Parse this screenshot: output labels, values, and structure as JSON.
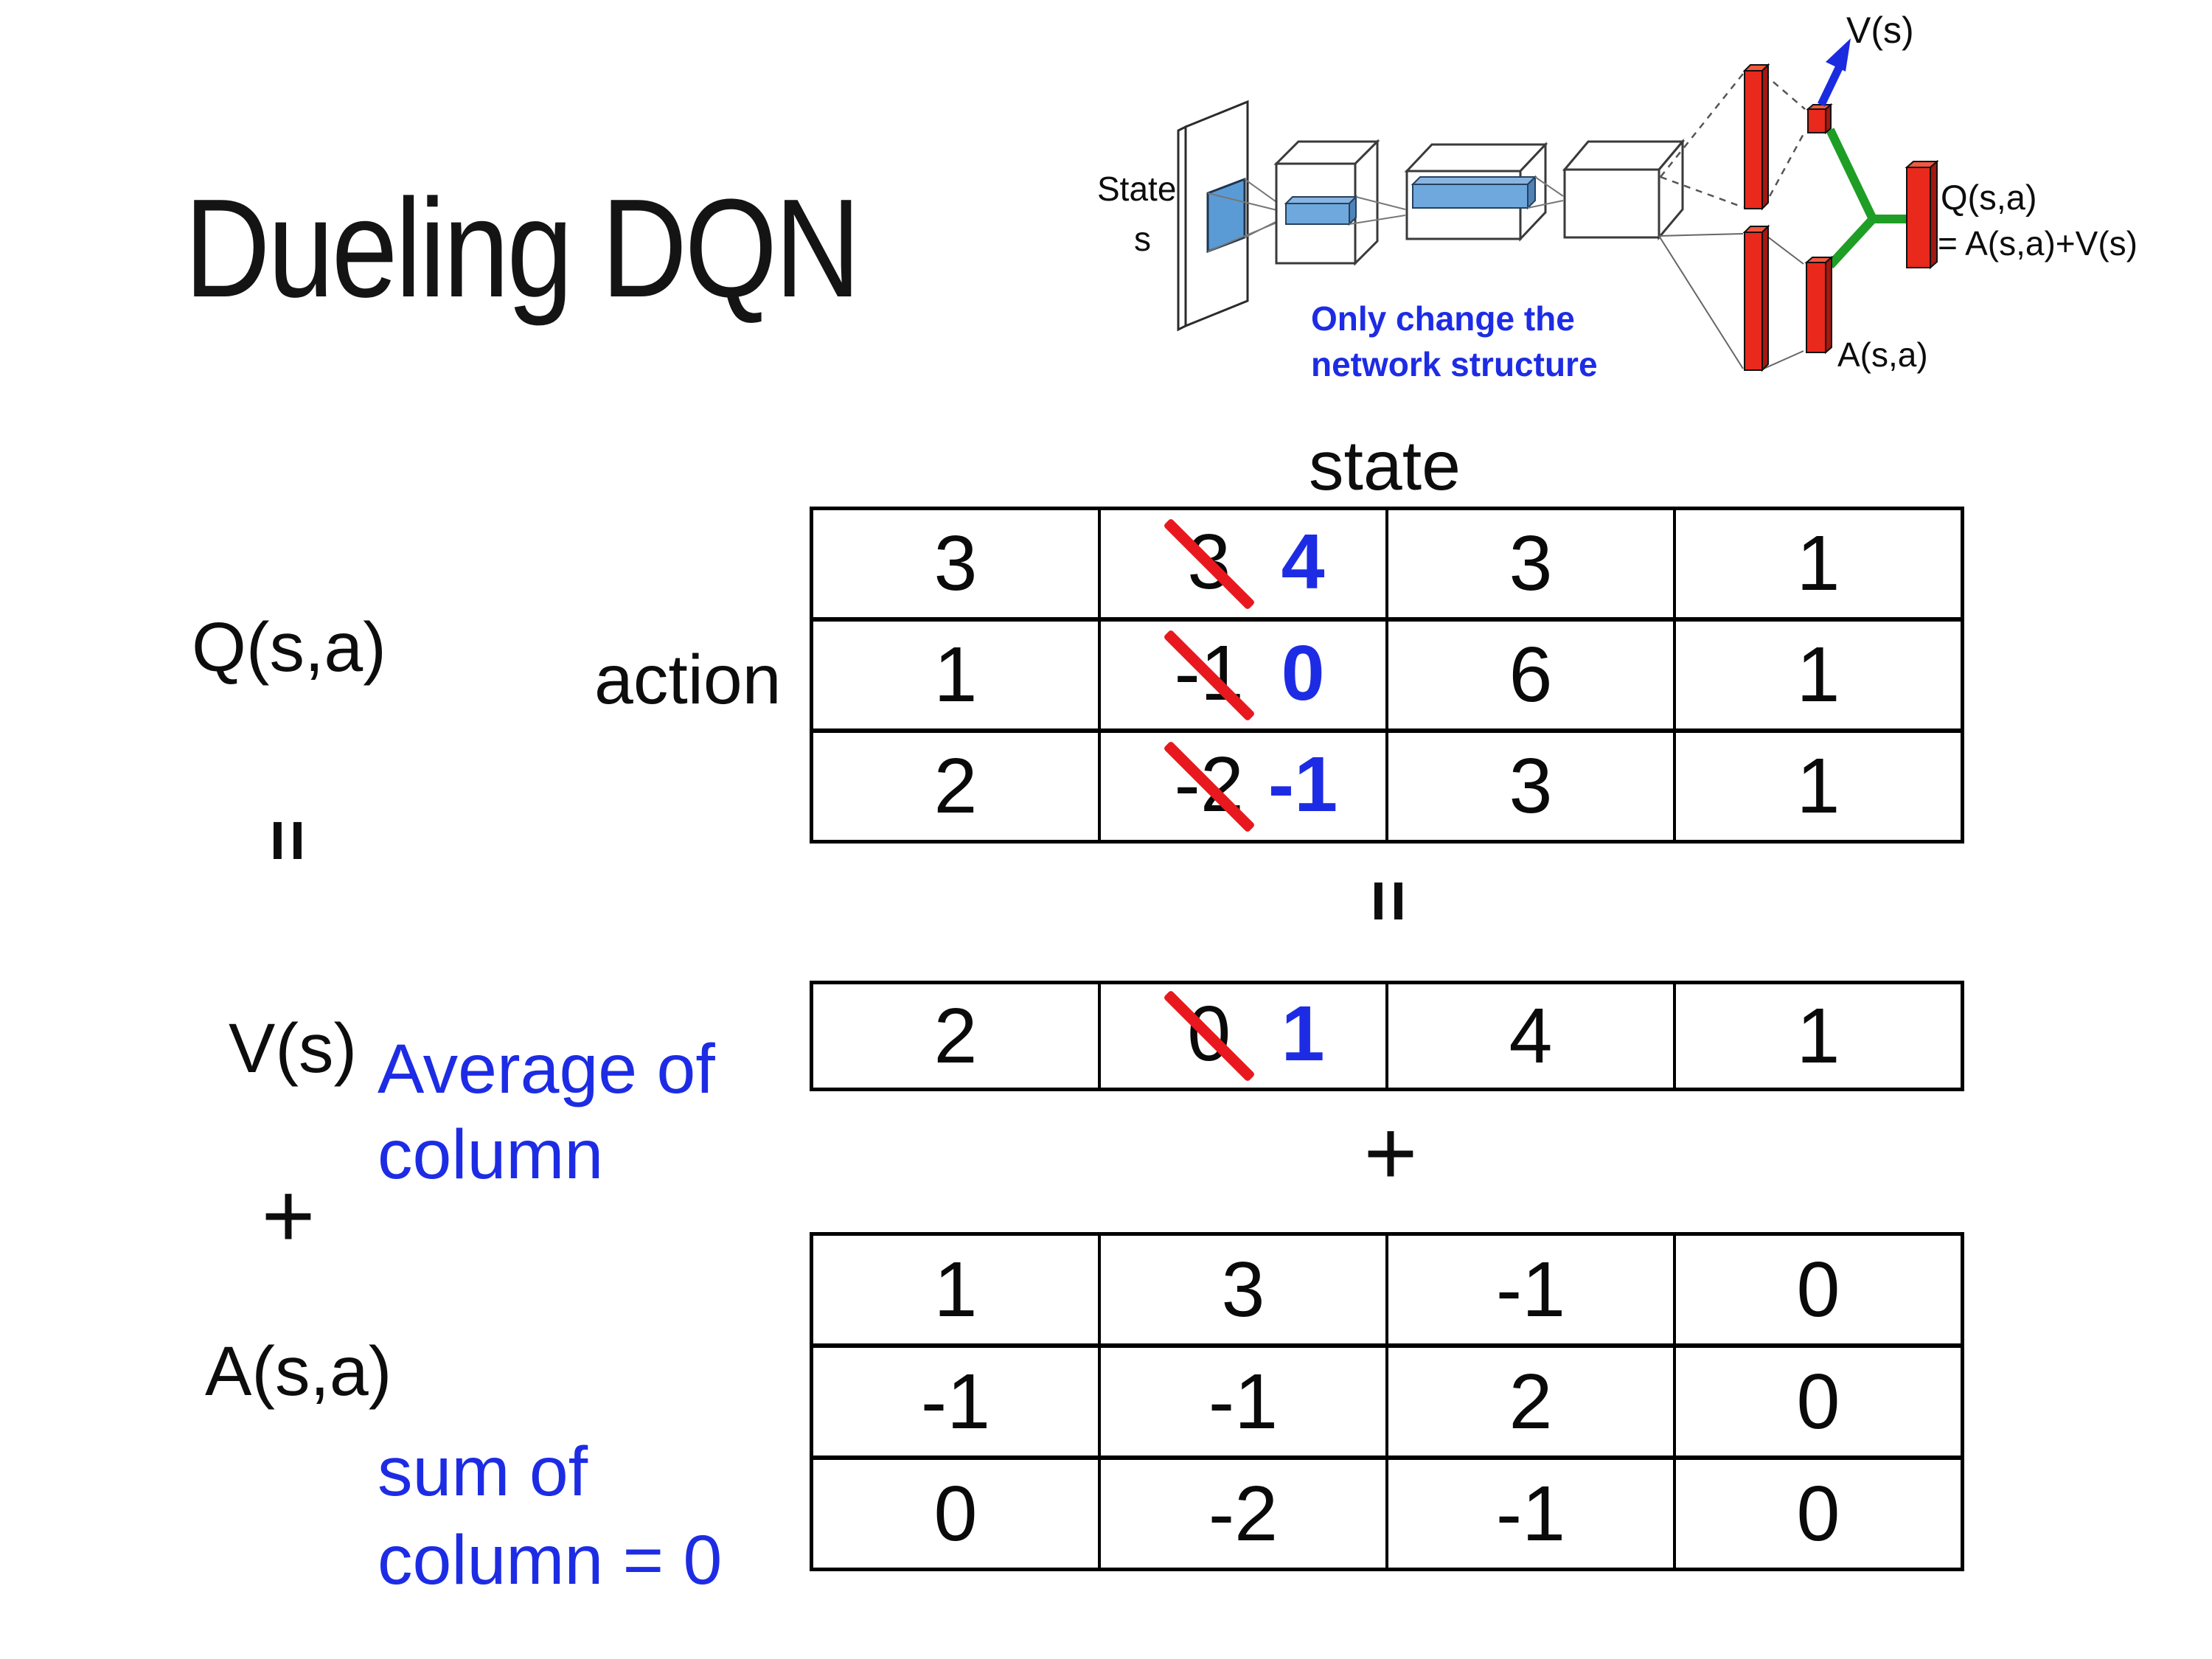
{
  "title": "Dueling DQN",
  "colors": {
    "accent_blue": "#1d2ce4",
    "strike_red": "#e8191e",
    "bar_red": "#e8291c",
    "join_green": "#1f9e26",
    "filter_blue": "#6fa8dc"
  },
  "diagram": {
    "state_label": "State",
    "state_sub": "s",
    "v_out": "V(s)",
    "q_out": "Q(s,a)",
    "q_formula": "= A(s,a)+V(s)",
    "a_out": "A(s,a)",
    "note_line1": "Only change the",
    "note_line2": "network structure"
  },
  "decomposition": {
    "q_label": "Q(s,a)",
    "v_label": "V(s)",
    "a_label": "A(s,a)",
    "equals_left": "=",
    "equals_mid": "=",
    "plus_left": "+",
    "plus_mid": "+",
    "state_header": "state",
    "action_header": "action",
    "avg_note_line1": "Average of",
    "avg_note_line2": "column",
    "sum_note_line1": "sum of",
    "sum_note_line2": "column = 0"
  },
  "tables": {
    "q": {
      "rows": [
        [
          {
            "v": "3"
          },
          {
            "old": "3",
            "new": "4"
          },
          {
            "v": "3"
          },
          {
            "v": "1"
          }
        ],
        [
          {
            "v": "1"
          },
          {
            "old": "-1",
            "new": "0"
          },
          {
            "v": "6"
          },
          {
            "v": "1"
          }
        ],
        [
          {
            "v": "2"
          },
          {
            "old": "-2",
            "new": "-1"
          },
          {
            "v": "3"
          },
          {
            "v": "1"
          }
        ]
      ]
    },
    "v": {
      "rows": [
        [
          {
            "v": "2"
          },
          {
            "old": "0",
            "new": "1"
          },
          {
            "v": "4"
          },
          {
            "v": "1"
          }
        ]
      ]
    },
    "a": {
      "rows": [
        [
          {
            "v": "1"
          },
          {
            "v": "3"
          },
          {
            "v": "-1"
          },
          {
            "v": "0"
          }
        ],
        [
          {
            "v": "-1"
          },
          {
            "v": "-1"
          },
          {
            "v": "2"
          },
          {
            "v": "0"
          }
        ],
        [
          {
            "v": "0"
          },
          {
            "v": "-2"
          },
          {
            "v": "-1"
          },
          {
            "v": "0"
          }
        ]
      ]
    }
  }
}
